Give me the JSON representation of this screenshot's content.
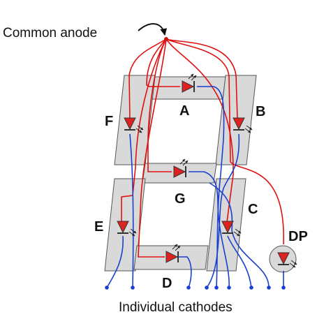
{
  "labels": {
    "common_anode": "Common anode",
    "individual_cathodes": "Individual cathodes"
  },
  "segments": {
    "A": "A",
    "B": "B",
    "C": "C",
    "D": "D",
    "E": "E",
    "F": "F",
    "G": "G",
    "DP": "DP"
  },
  "colors": {
    "anode_wire": "#e01010",
    "cathode_wire": "#1a3fd0",
    "segment_fill": "#d9d9d9",
    "segment_stroke": "#555555",
    "led_fill": "#dd2222",
    "led_stroke": "#333333"
  },
  "icons": {
    "led": "led-diode-icon",
    "light": "emission-arrows-icon"
  }
}
